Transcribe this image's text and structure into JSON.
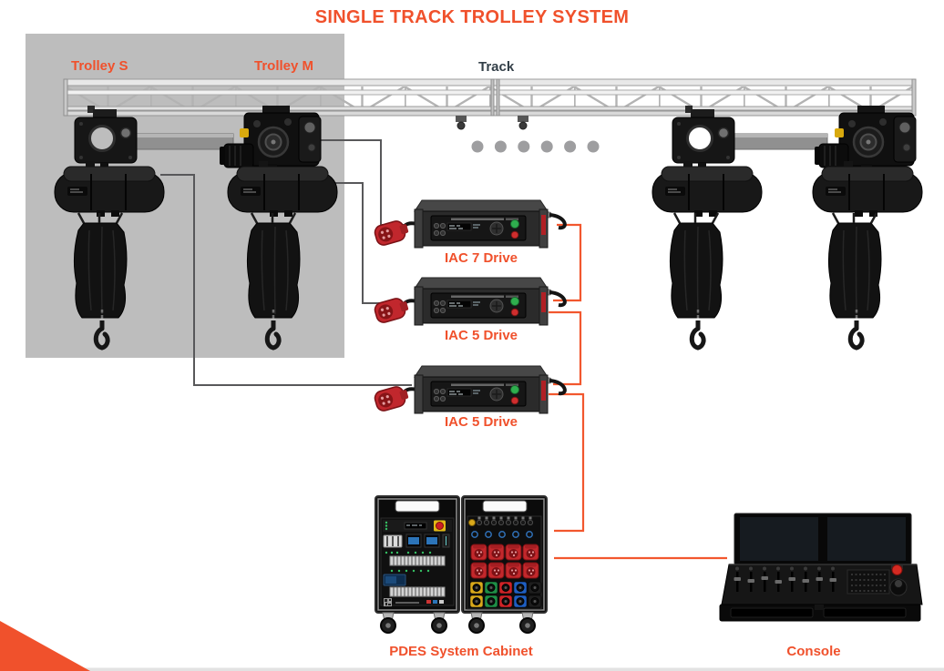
{
  "title": "SINGLE TRACK TROLLEY SYSTEM",
  "colors": {
    "accent": "#F0512C",
    "track_label": "#333F48",
    "highlight_box": "#BDBDBD",
    "connector_dark": "#58585A",
    "connector_orange": "#F2572E",
    "dots": "#9E9EA0"
  },
  "diagram": {
    "track_label": "Track",
    "trolleys": [
      {
        "label": "Trolley S"
      },
      {
        "label": "Trolley M"
      }
    ],
    "drives": [
      {
        "label": "IAC 7 Drive"
      },
      {
        "label": "IAC 5 Drive"
      },
      {
        "label": "IAC 5 Drive"
      }
    ],
    "cabinet_label": "PDES System Cabinet",
    "console_label": "Console"
  }
}
